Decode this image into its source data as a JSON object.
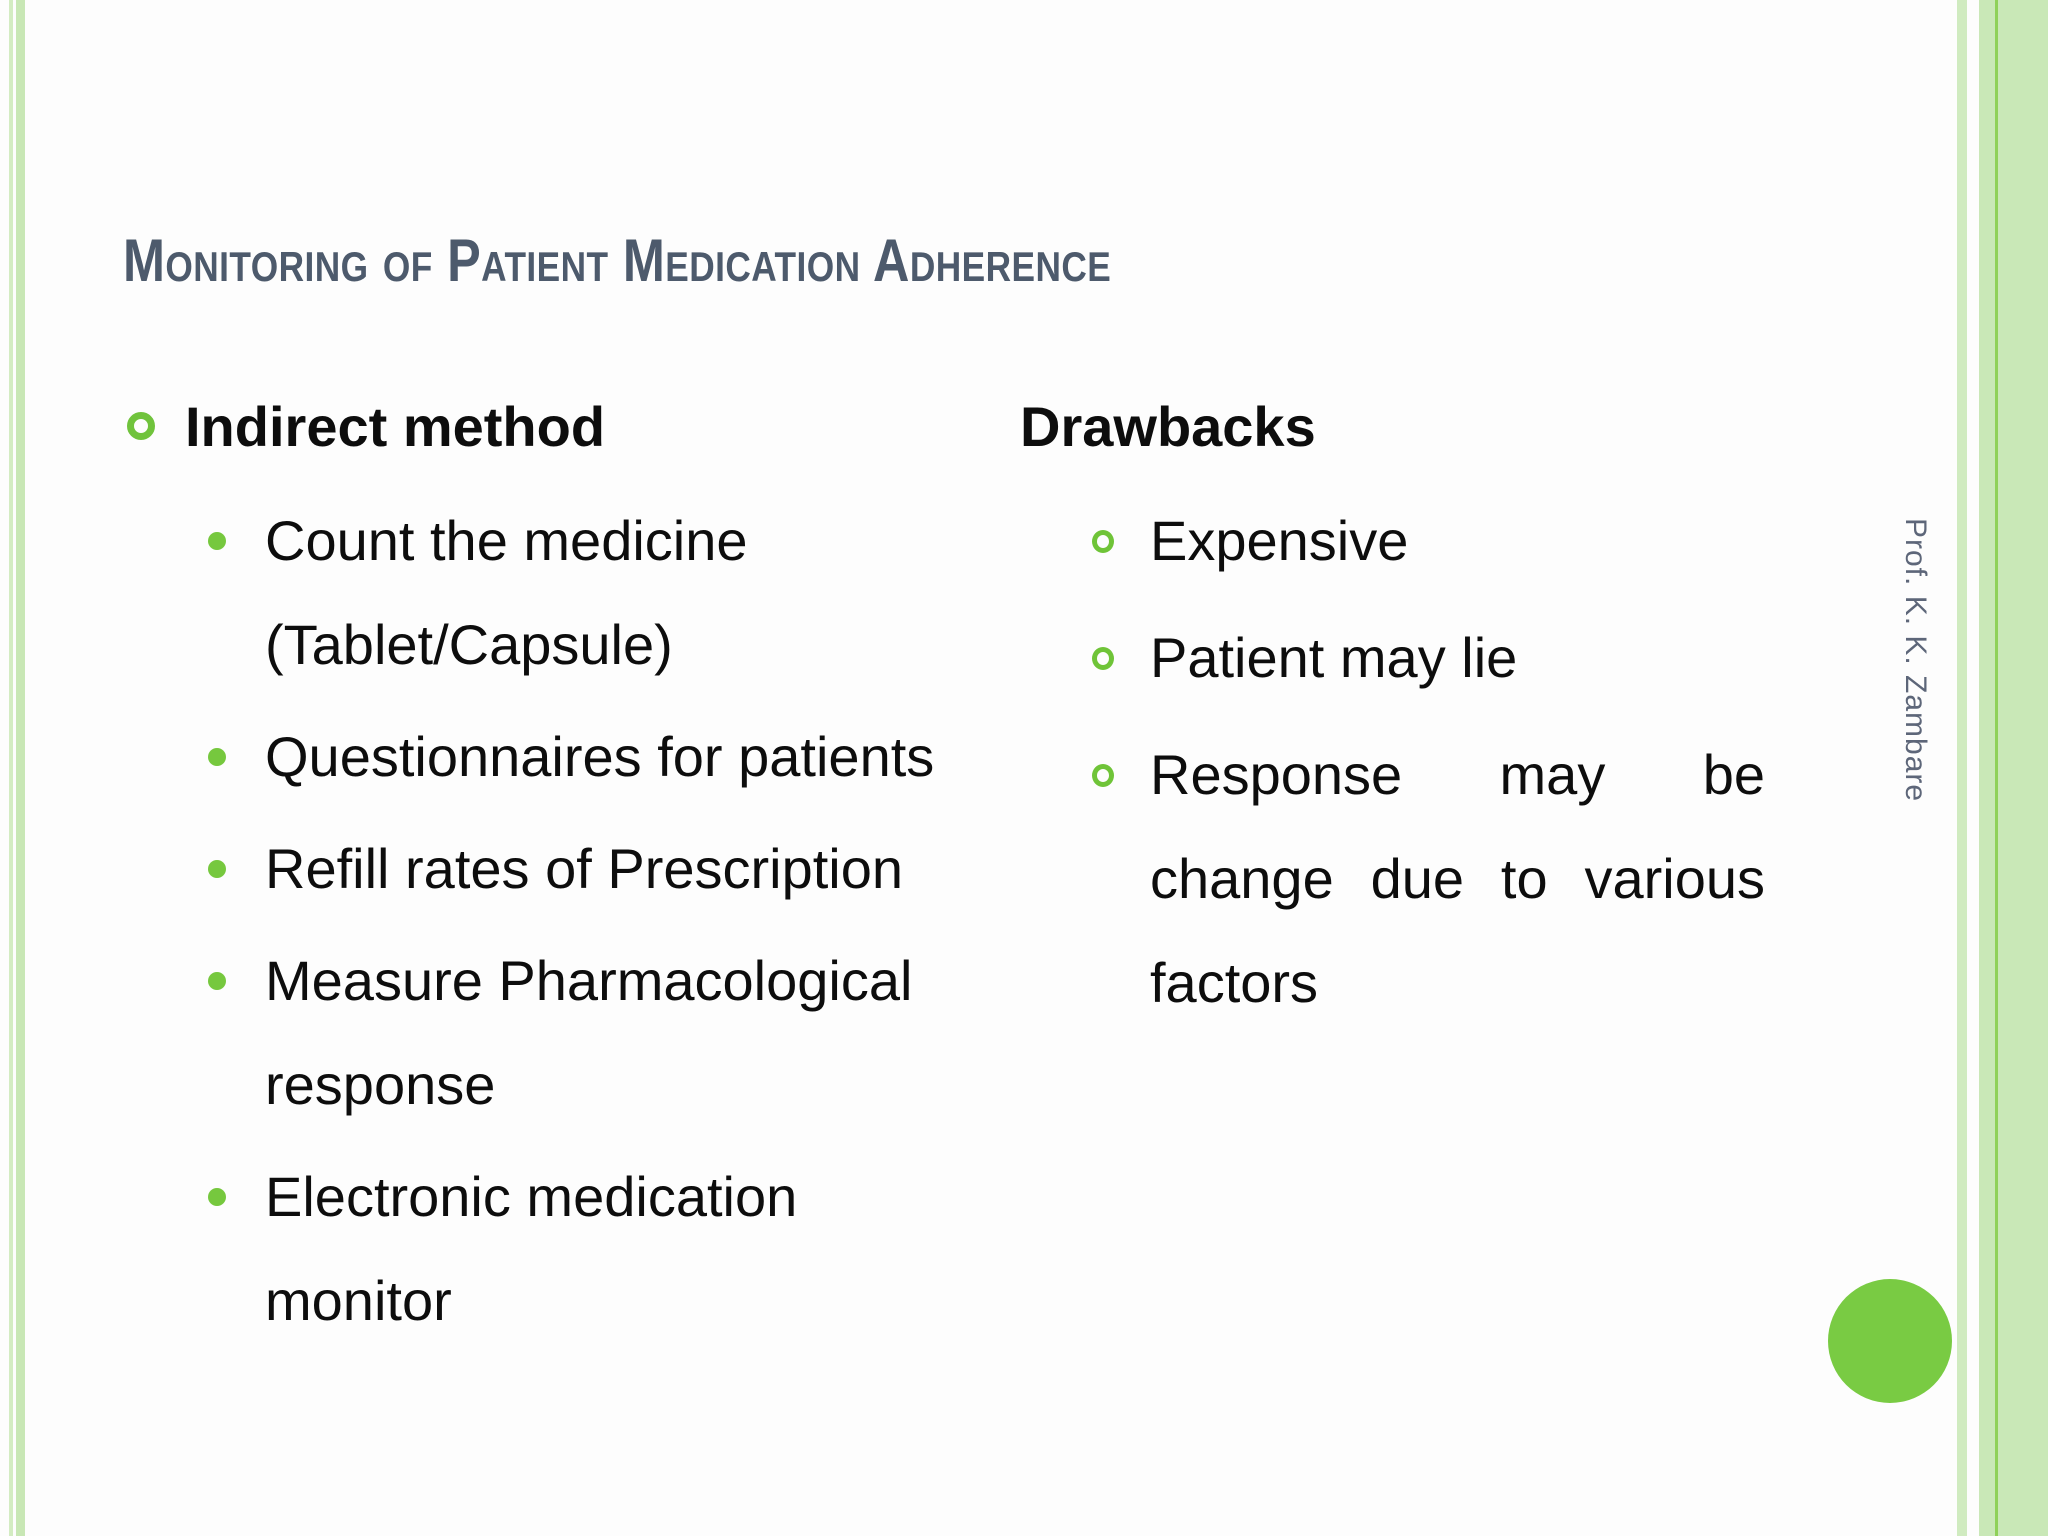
{
  "slide": {
    "title": "Monitoring of Patient Medication Adherence",
    "left_column": {
      "header": "Indirect method",
      "items": [
        "Count the medicine (Tablet/Capsule)",
        "Questionnaires for patients",
        "Refill rates of Prescription",
        "Measure Pharmacological response",
        "Electronic medication monitor"
      ]
    },
    "right_column": {
      "header": "Drawbacks",
      "items": [
        "Expensive",
        "Patient may lie",
        "Response may be change due to various factors"
      ]
    },
    "credit": "Prof. K. K. Zambare"
  },
  "colors": {
    "title_text": "#4d5a6c",
    "body_text": "#0d0d0d",
    "bullet_green": "#70c33c",
    "circle_green": "#79cb43",
    "edge_pale_green": "#c9e8b7",
    "edge_accent_line": "#8fd159",
    "credit_text": "#5d6679"
  }
}
